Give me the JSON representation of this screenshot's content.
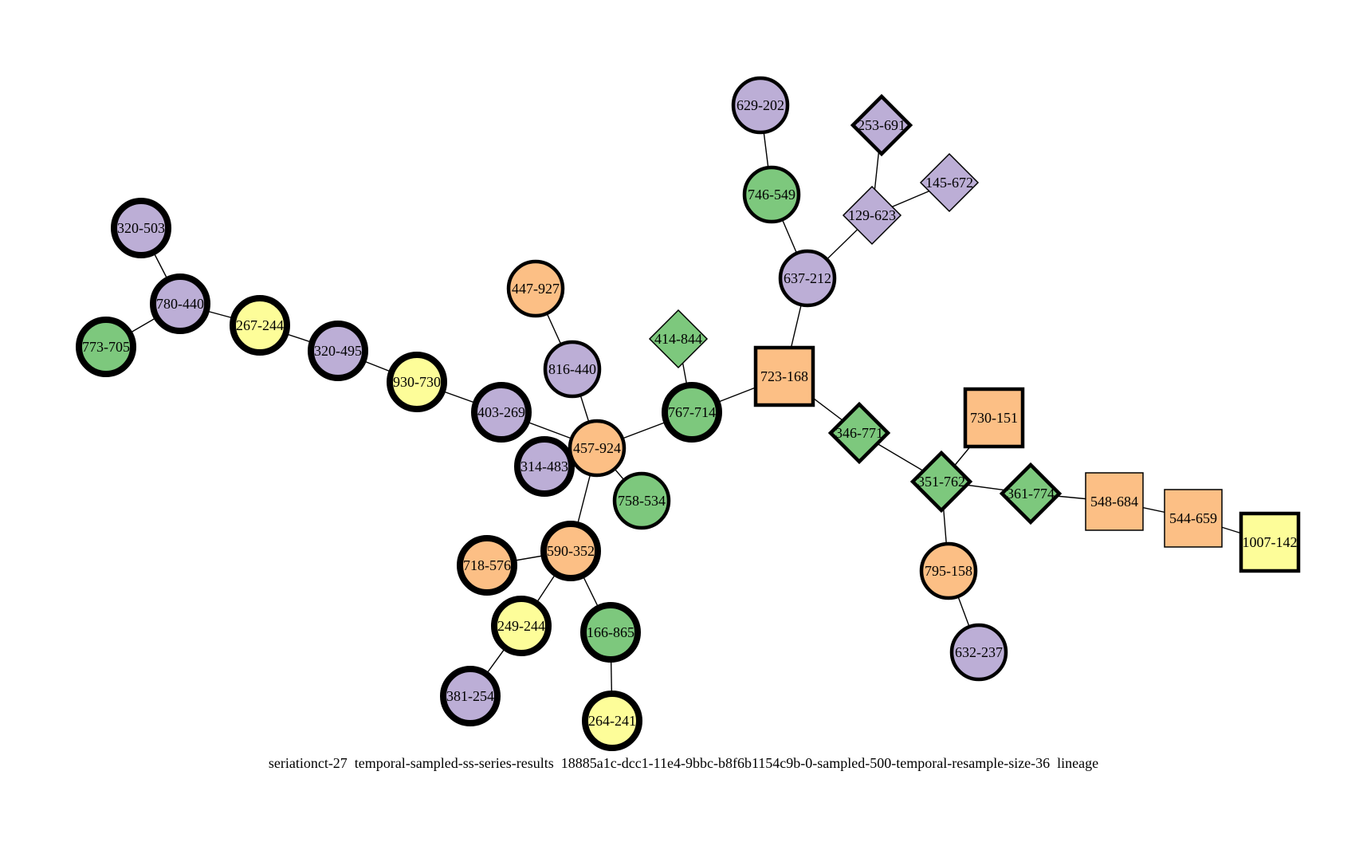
{
  "caption": "seriationct-27  temporal-sampled-ss-series-results  18885a1c-dcc1-11e4-9bbc-b8f6b1154c9b-0-sampled-500-temporal-resample-size-36  lineage",
  "colors": {
    "purple": "#bcaed6",
    "green": "#7dc87d",
    "orange": "#fcbf85",
    "yellow": "#fdfd99",
    "edge": "#000000"
  },
  "nodes": [
    {
      "id": "320-503",
      "shape": "circle",
      "color": "purple",
      "border": "heavy"
    },
    {
      "id": "780-440",
      "shape": "circle",
      "color": "purple",
      "border": "heavy"
    },
    {
      "id": "773-705",
      "shape": "circle",
      "color": "green",
      "border": "heavy"
    },
    {
      "id": "267-244",
      "shape": "circle",
      "color": "yellow",
      "border": "heavy"
    },
    {
      "id": "320-495",
      "shape": "circle",
      "color": "purple",
      "border": "heavy"
    },
    {
      "id": "930-730",
      "shape": "circle",
      "color": "yellow",
      "border": "heavy"
    },
    {
      "id": "403-269",
      "shape": "circle",
      "color": "purple",
      "border": "heavy"
    },
    {
      "id": "447-927",
      "shape": "circle",
      "color": "orange",
      "border": "medium"
    },
    {
      "id": "816-440",
      "shape": "circle",
      "color": "purple",
      "border": "medium"
    },
    {
      "id": "457-924",
      "shape": "circle",
      "color": "orange",
      "border": "medium"
    },
    {
      "id": "314-483",
      "shape": "circle",
      "color": "purple",
      "border": "heavy"
    },
    {
      "id": "758-534",
      "shape": "circle",
      "color": "green",
      "border": "medium"
    },
    {
      "id": "590-352",
      "shape": "circle",
      "color": "orange",
      "border": "heavy"
    },
    {
      "id": "718-576",
      "shape": "circle",
      "color": "orange",
      "border": "heavy"
    },
    {
      "id": "249-244",
      "shape": "circle",
      "color": "yellow",
      "border": "heavy"
    },
    {
      "id": "381-254",
      "shape": "circle",
      "color": "purple",
      "border": "heavy"
    },
    {
      "id": "166-865",
      "shape": "circle",
      "color": "green",
      "border": "heavy"
    },
    {
      "id": "264-241",
      "shape": "circle",
      "color": "yellow",
      "border": "heavy"
    },
    {
      "id": "414-844",
      "shape": "diamond",
      "color": "green",
      "border": "thin"
    },
    {
      "id": "767-714",
      "shape": "circle",
      "color": "green",
      "border": "heavy"
    },
    {
      "id": "723-168",
      "shape": "square",
      "color": "orange",
      "border": "medium"
    },
    {
      "id": "637-212",
      "shape": "circle",
      "color": "purple",
      "border": "medium"
    },
    {
      "id": "746-549",
      "shape": "circle",
      "color": "green",
      "border": "medium"
    },
    {
      "id": "629-202",
      "shape": "circle",
      "color": "purple",
      "border": "medium"
    },
    {
      "id": "129-623",
      "shape": "diamond",
      "color": "purple",
      "border": "thin"
    },
    {
      "id": "253-691",
      "shape": "diamond",
      "color": "purple",
      "border": "medium"
    },
    {
      "id": "145-672",
      "shape": "diamond",
      "color": "purple",
      "border": "thin"
    },
    {
      "id": "346-771",
      "shape": "diamond",
      "color": "green",
      "border": "medium"
    },
    {
      "id": "351-762",
      "shape": "diamond",
      "color": "green",
      "border": "medium"
    },
    {
      "id": "730-151",
      "shape": "square",
      "color": "orange",
      "border": "medium"
    },
    {
      "id": "795-158",
      "shape": "circle",
      "color": "orange",
      "border": "medium"
    },
    {
      "id": "632-237",
      "shape": "circle",
      "color": "purple",
      "border": "medium"
    },
    {
      "id": "361-774",
      "shape": "diamond",
      "color": "green",
      "border": "medium"
    },
    {
      "id": "548-684",
      "shape": "square",
      "color": "orange",
      "border": "thin"
    },
    {
      "id": "544-659",
      "shape": "square",
      "color": "orange",
      "border": "thin"
    },
    {
      "id": "1007-142",
      "shape": "square",
      "color": "yellow",
      "border": "medium"
    }
  ],
  "edges": [
    [
      "320-503",
      "780-440"
    ],
    [
      "780-440",
      "773-705"
    ],
    [
      "780-440",
      "267-244"
    ],
    [
      "267-244",
      "320-495"
    ],
    [
      "320-495",
      "930-730"
    ],
    [
      "930-730",
      "403-269"
    ],
    [
      "403-269",
      "457-924"
    ],
    [
      "447-927",
      "816-440"
    ],
    [
      "816-440",
      "457-924"
    ],
    [
      "457-924",
      "314-483"
    ],
    [
      "457-924",
      "758-534"
    ],
    [
      "457-924",
      "590-352"
    ],
    [
      "457-924",
      "767-714"
    ],
    [
      "590-352",
      "718-576"
    ],
    [
      "590-352",
      "249-244"
    ],
    [
      "590-352",
      "166-865"
    ],
    [
      "249-244",
      "381-254"
    ],
    [
      "166-865",
      "264-241"
    ],
    [
      "414-844",
      "767-714"
    ],
    [
      "767-714",
      "723-168"
    ],
    [
      "723-168",
      "637-212"
    ],
    [
      "637-212",
      "746-549"
    ],
    [
      "746-549",
      "629-202"
    ],
    [
      "637-212",
      "129-623"
    ],
    [
      "129-623",
      "253-691"
    ],
    [
      "129-623",
      "145-672"
    ],
    [
      "723-168",
      "346-771"
    ],
    [
      "346-771",
      "351-762"
    ],
    [
      "351-762",
      "730-151"
    ],
    [
      "351-762",
      "795-158"
    ],
    [
      "795-158",
      "632-237"
    ],
    [
      "351-762",
      "361-774"
    ],
    [
      "361-774",
      "548-684"
    ],
    [
      "548-684",
      "544-659"
    ],
    [
      "544-659",
      "1007-142"
    ]
  ]
}
